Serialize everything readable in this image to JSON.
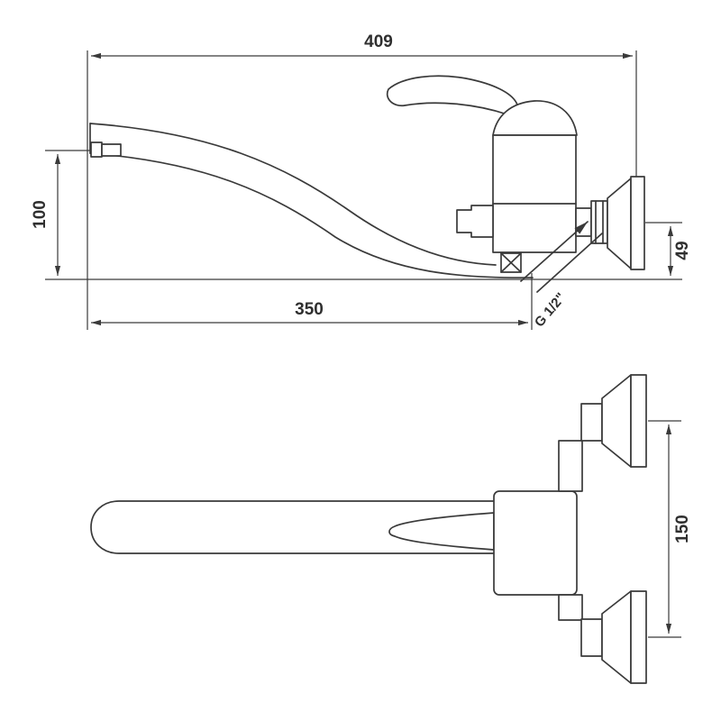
{
  "drawing": {
    "subject": "wall-mounted-mixer-tap-technical-drawing",
    "line_color": "#3a3a3a",
    "background": "#ffffff",
    "dims": {
      "width_409": "409",
      "height_100": "100",
      "reach_350": "350",
      "offset_49": "49",
      "thread": "G 1/2\"",
      "centres_150": "150"
    }
  }
}
